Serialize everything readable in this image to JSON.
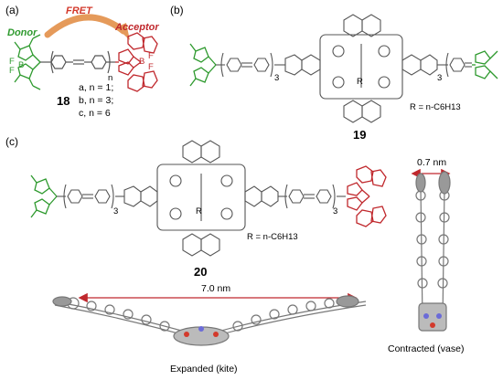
{
  "panels": {
    "a": "(a)",
    "b": "(b)",
    "c": "(c)"
  },
  "panel_a": {
    "fret": "FRET",
    "donor": "Donor",
    "acceptor": "Acceptor",
    "n_label": "n",
    "compound": "18",
    "series": [
      "a, n = 1;",
      "b, n = 3;",
      "c, n = 6"
    ],
    "bf2_donor": [
      "F",
      "F",
      "B"
    ],
    "bf2_acceptor": [
      "B",
      "F",
      "F"
    ]
  },
  "panel_b": {
    "compound": "19",
    "r_def": "R = n-C6H13",
    "repeat": "3",
    "r": "R"
  },
  "panel_c": {
    "compound": "20",
    "r_def": "R = n-C6H13",
    "repeat": "3",
    "r": "R",
    "length": "7.0 nm",
    "width": "0.7 nm",
    "expanded": "Expanded (kite)",
    "contracted": "Contracted (vase)"
  },
  "colors": {
    "donor": "#2f9a2f",
    "acceptor": "#c0282d",
    "fret_arrow": "#e59a5a",
    "dim_arrow": "#c0282d"
  }
}
